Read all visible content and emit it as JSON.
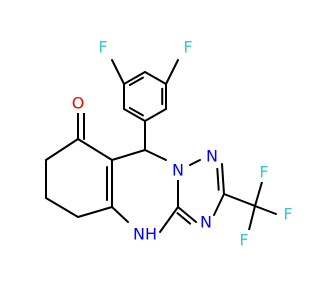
{
  "molecule": {
    "atoms": [
      {
        "id": "F_left",
        "label": "F",
        "color": "#33CCCC"
      },
      {
        "id": "F_right",
        "label": "F",
        "color": "#33CCCC"
      },
      {
        "id": "O_keto",
        "label": "O",
        "color": "#FF0000"
      },
      {
        "id": "N1",
        "label": "N",
        "color": "#0000FF"
      },
      {
        "id": "N2",
        "label": "N",
        "color": "#0000FF"
      },
      {
        "id": "N3",
        "label": "N",
        "color": "#0000FF"
      },
      {
        "id": "NH",
        "label": "NH",
        "color": "#0000FF"
      },
      {
        "id": "F_cf3_top",
        "label": "F",
        "color": "#33CCCC"
      },
      {
        "id": "F_cf3_right",
        "label": "F",
        "color": "#33CCCC"
      },
      {
        "id": "F_cf3_bottom",
        "label": "F",
        "color": "#33CCCC"
      }
    ]
  }
}
